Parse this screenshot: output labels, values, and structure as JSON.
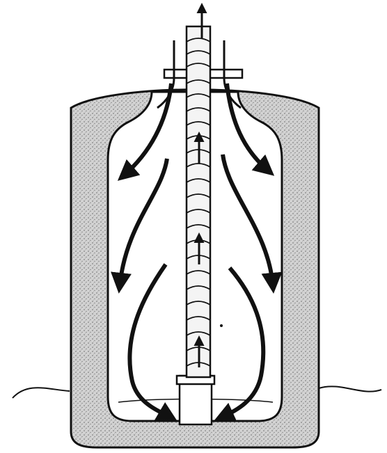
{
  "diagram": {
    "description_text": "",
    "colors": {
      "ink": "#111111",
      "shell_fill": "#c9c9c9",
      "interior": "#ffffff",
      "tube_fill": "#f4f4f4"
    },
    "arrows": {
      "outer_flow_count": 6,
      "central_up_count": 4,
      "bottom_flow_count": 2
    }
  }
}
